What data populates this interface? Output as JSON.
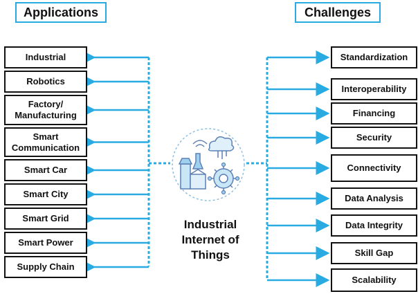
{
  "headers": {
    "applications": "Applications",
    "challenges": "Challenges"
  },
  "applications": [
    "Industrial",
    "Robotics",
    "Factory/\nManufacturing",
    "Smart\nCommunication",
    "Smart Car",
    "Smart City",
    "Smart Grid",
    "Smart Power",
    "Supply Chain"
  ],
  "challenges": [
    "Standardization",
    "Interoperability",
    "Financing",
    "Security",
    "Connectivity",
    "Data Analysis",
    "Data Integrity",
    "Skill Gap",
    "Scalability"
  ],
  "center": {
    "label": "Industrial Internet of Things"
  },
  "colors": {
    "accent": "#29abe2",
    "box_border": "#111111",
    "icon": "#5b7fb5"
  },
  "icons": {
    "center": "industrial-iot-icon"
  }
}
